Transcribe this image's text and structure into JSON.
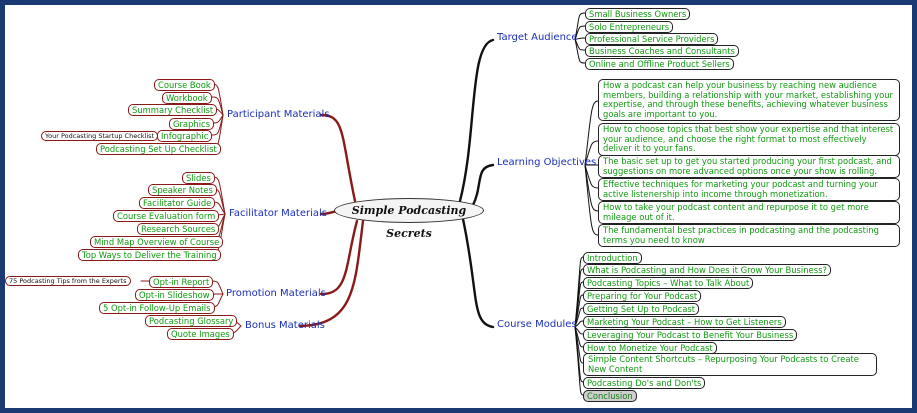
{
  "central": "Simple Podcasting Secrets",
  "colors": {
    "frame": "#1b3a73",
    "leaf_text": "#119a11",
    "branch_text": "#1a2fb8",
    "red_branch": "#8a1a1a",
    "black_branch": "#111111"
  },
  "right_branches": [
    {
      "label": "Target Audience",
      "items": [
        "Small Business Owners",
        "Solo Entrepreneurs",
        "Professional Service Providers",
        "Business Coaches and Consultants",
        "Online and Offline Product Sellers"
      ]
    },
    {
      "label": "Learning Objectives",
      "items": [
        "How a podcast can help your business by reaching new audience members, building a relationship with your market, establishing your expertise, and through these benefits, achieving whatever business goals are important to you.",
        "How to choose topics that best show your expertise and that interest your audience, and choose the right format to most effectively deliver it to your fans.",
        "The basic set up to get you started producing your first podcast, and suggestions on more advanced options once your show is rolling.",
        "Effective techniques for marketing your podcast and turning your active listenership into income through monetization.",
        "How to take your podcast content and repurpose it to get more mileage out of it.",
        "The fundamental best practices in podcasting and the podcasting terms you need to know"
      ]
    },
    {
      "label": "Course Modules",
      "items": [
        "Introduction",
        "What is Podcasting and How Does it Grow Your Business?",
        "Podcasting Topics – What to Talk About",
        "Preparing for Your Podcast",
        "Getting Set Up to Podcast",
        "Marketing Your Podcast – How to Get Listeners",
        "Leveraging Your Podcast to Benefit Your Business",
        "How to Monetize Your Podcast",
        "Simple Content Shortcuts – Repurposing Your Podcasts to Create New Content",
        "Podcasting Do's and Don'ts",
        "Conclusion"
      ]
    }
  ],
  "left_branches": [
    {
      "label": "Participant Materials",
      "items": [
        "Course Book",
        "Workbook",
        "Summary Checklist",
        "Graphics",
        "Infographic",
        "Podcasting Set Up Checklist"
      ],
      "sub": "Your Podcasting Startup Checklist"
    },
    {
      "label": "Facilitator Materials",
      "items": [
        "Slides",
        "Speaker Notes",
        "Facilitator Guide",
        "Course Evaluation form",
        "Research Sources",
        "Mind Map Overview of Course",
        "Top Ways to Deliver the Training"
      ]
    },
    {
      "label": "Promotion Materials",
      "items": [
        "Opt-in Report",
        "Opt-in Slideshow",
        "5 Opt-in Follow-Up Emails"
      ],
      "sub": "75 Podcasting Tips from the Experts"
    },
    {
      "label": "Bonus Materials",
      "items": [
        "Podcasting Glossary",
        "Quote Images"
      ]
    }
  ]
}
